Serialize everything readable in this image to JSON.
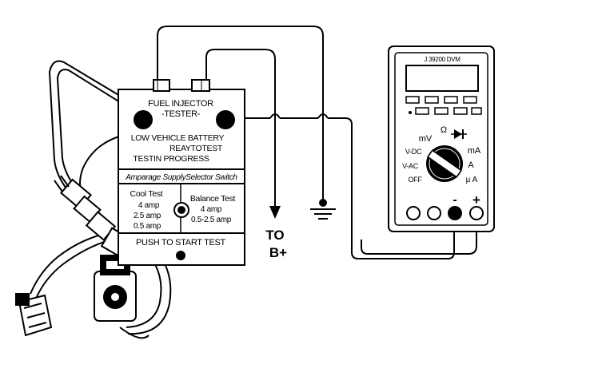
{
  "tester": {
    "title_line1": "FUEL INJECTOR",
    "title_line2": "-TESTER-",
    "status_low": "LOW VEHICLE BATTERY",
    "status_ready": "REAYTOTEST",
    "status_progress": "TESTIN PROGRESS",
    "selector_label": "Amparage SupplySelector Switch",
    "cool_test": {
      "title": "Cool Test",
      "values": [
        "4 amp",
        "2.5 amp",
        "0.5 amp"
      ]
    },
    "balance_test": {
      "title": "Balance Test",
      "values": [
        "4 amp",
        "0.5-2.5 amp"
      ]
    },
    "start_button_label": "PUSH TO START TEST"
  },
  "dvm": {
    "model": "J 39200 DVM",
    "dial": {
      "mv": "mV",
      "ohm": "Ω",
      "diode": "diode",
      "vdc": "V-DC",
      "vac": "V-AC",
      "off": "OFF",
      "ma": "mA",
      "a": "A",
      "ua": "µ A"
    },
    "terminal_minus": "-",
    "terminal_plus": "+"
  },
  "labels": {
    "to": "TO",
    "b_plus": "B+"
  },
  "colors": {
    "ink": "#000000",
    "paper": "#ffffff"
  }
}
